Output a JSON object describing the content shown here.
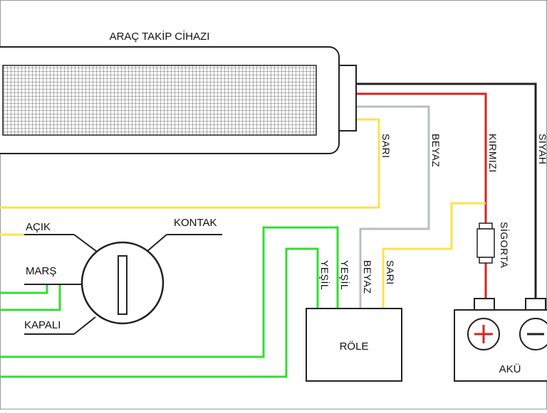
{
  "device": {
    "title": "ARAÇ TAKİP CİHAZI"
  },
  "ignition": {
    "acik": "AÇIK",
    "kontak": "KONTAK",
    "mars": "MARŞ",
    "kapali": "KAPALI"
  },
  "relay": {
    "label": "RÖLE"
  },
  "battery": {
    "label": "AKÜ",
    "plus": "+",
    "minus": "−"
  },
  "fuse": {
    "label": "SİGORTA"
  },
  "wires": {
    "sari": "SARI",
    "beyaz": "BEYAZ",
    "kirmizi": "KIRMIZI",
    "siyah": "SİYAH",
    "yesil": "YEŞİL"
  },
  "colors": {
    "yellow": "#ffe14d",
    "white_wire": "#b8bec4",
    "red": "#d9231f",
    "black": "#222222",
    "green": "#33dd33",
    "outline": "#222222"
  }
}
